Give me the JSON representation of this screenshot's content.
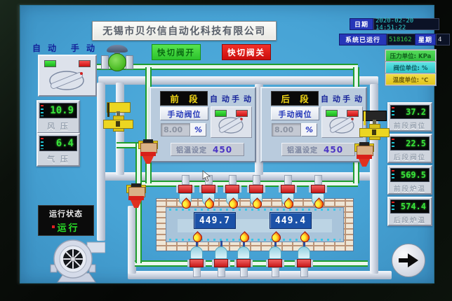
{
  "header": {
    "company_title": "无锡市贝尔信自动化科技有限公司",
    "date_label": "日期",
    "date_value": "2020-02-20 14:51:22",
    "runtime_label": "系统已运行",
    "runtime_value": "518162",
    "week_label": "星期",
    "week_value": "4"
  },
  "unit_legend": [
    {
      "label": "压力单位: KPa",
      "bg": "#3fca45"
    },
    {
      "label": "阀位单位: %",
      "bg": "#3ecfd3"
    },
    {
      "label": "温度单位: ℃",
      "bg": "#ead229"
    }
  ],
  "top_left": {
    "auto_label": "自 动",
    "manual_label": "手 动"
  },
  "quick_valve": {
    "open_label": "快切阀开",
    "close_label": "快切阀关"
  },
  "left_instruments": [
    {
      "value": "10.9",
      "label": "风  压"
    },
    {
      "value": "6.4",
      "label": "气  压"
    }
  ],
  "right_instruments": [
    {
      "value": "37.2",
      "label": "前段阀位"
    },
    {
      "value": "22.5",
      "label": "后段阀位"
    },
    {
      "value": "569.5",
      "label": "前段炉温"
    },
    {
      "value": "574.4",
      "label": "后段炉温"
    }
  ],
  "zones": [
    {
      "title": "前 段",
      "auto_label": "自 动",
      "manual_label": "手 动",
      "valve_mode_button": "手动阀位",
      "valve_position": "8.00",
      "valve_unit": "%",
      "setpoint_label": "铝温设定",
      "setpoint_value": "450"
    },
    {
      "title": "后 段",
      "auto_label": "自 动",
      "manual_label": "手 动",
      "valve_mode_button": "手动阀位",
      "valve_position": "8.00",
      "valve_unit": "%",
      "setpoint_label": "铝温设定",
      "setpoint_value": "450"
    }
  ],
  "furnace": {
    "front_temp": "449.7",
    "rear_temp": "449.4"
  },
  "run_status": {
    "label": "运行状态",
    "value": "运行"
  },
  "icons": {
    "next_page": "right-arrow-in-circle",
    "flame": "teardrop-flame",
    "blower": "centrifugal-fan",
    "ball_valve": "green-ball-valve",
    "control_valve": "yellow-control-valve",
    "valve_symbol": "circle-with-diagonal-cylinder",
    "cursor": "white-pointer"
  },
  "colors": {
    "screen_blue": "#47a3d5",
    "lcd_green": "#38e438",
    "accent_green": "#2cc22c",
    "accent_red": "#cb0d0d",
    "furnace_box_blue": "#1c52a8",
    "label_blue": "#2636b8"
  }
}
